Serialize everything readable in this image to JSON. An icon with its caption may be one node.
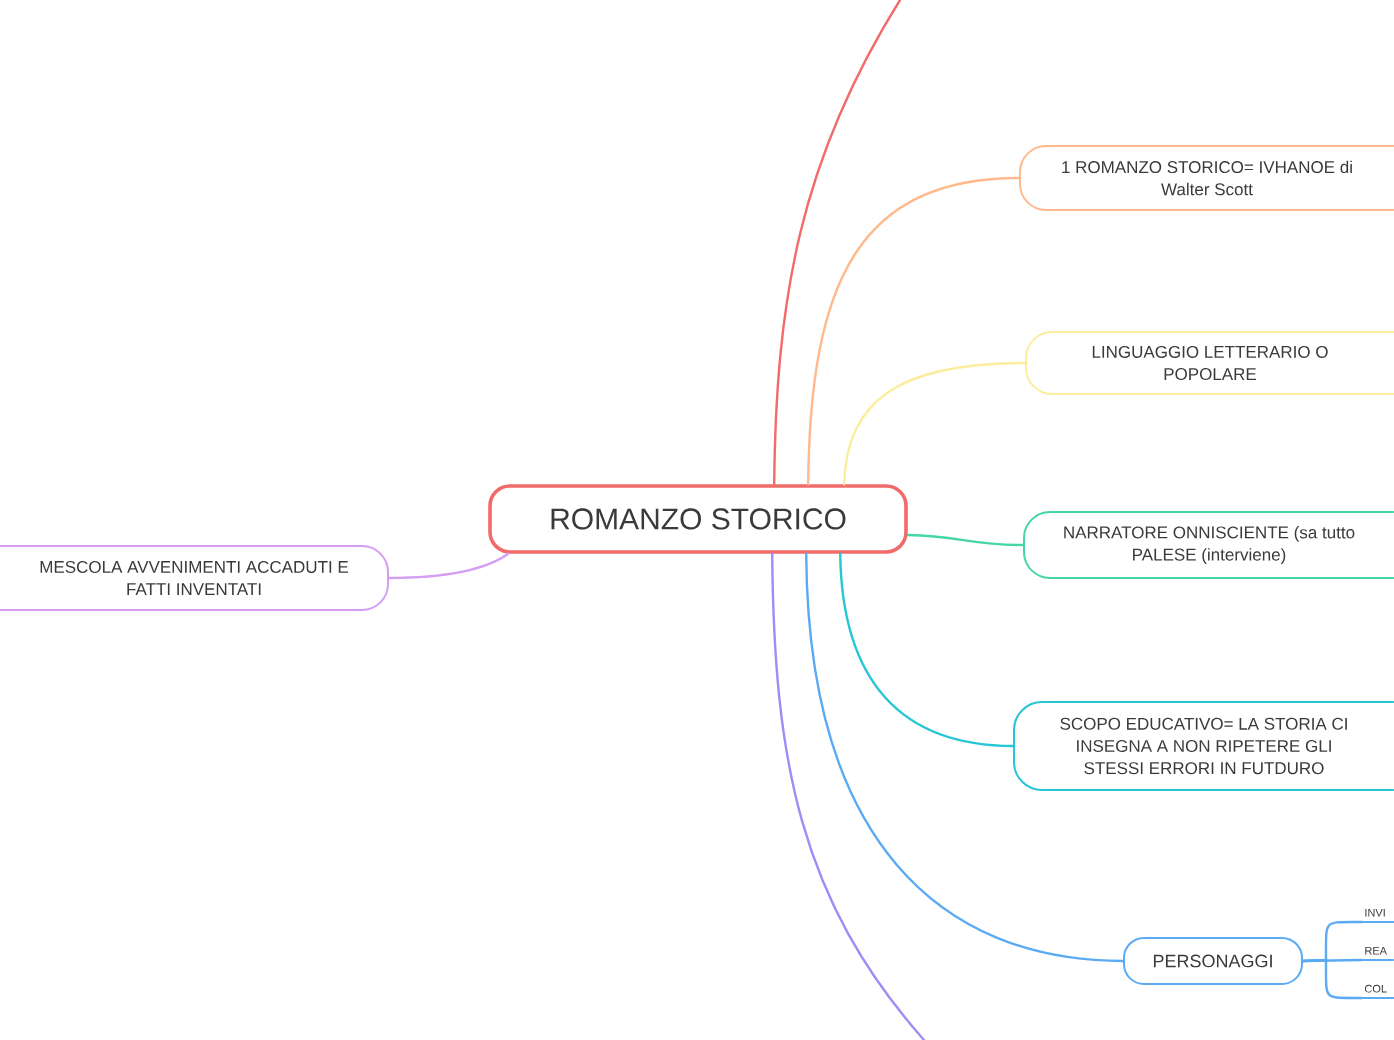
{
  "diagram": {
    "nodes": [
      {
        "text": [
          "ROMANZO STORICO"
        ]
      },
      {
        "text": [
          "1 ROMANZO STORICO= IVHANOE di Walter Scott"
        ]
      },
      {
        "text": [
          "LINGUAGGIO LETTERARIO O POPOLARE"
        ]
      },
      {
        "text": [
          "NARRATORE ONNISCIENTE (sa tutto PALESE (interviene)"
        ]
      },
      {
        "text": [
          "SCOPO EDUCATIVO= LA STORIA CI INSEGNA A NON RIPETERE GLI STESSI ERRORI IN FUTDURO"
        ]
      },
      {
        "text": [
          "PERSONAGGI"
        ]
      },
      {
        "text": [
          "INVI"
        ]
      },
      {
        "text": [
          "REA"
        ]
      },
      {
        "text": [
          "COL"
        ]
      },
      {
        "text": [
          "MESCOLA AVVENIMENTI ACCADUTI E FATTI INVENTATI"
        ]
      }
    ],
    "edges": [
      {
        "from": 0,
        "to": null,
        "arrow": "none",
        "color": "#f26b6b"
      },
      {
        "from": 0,
        "to": 1,
        "arrow": "none",
        "color": "#ffb98c"
      },
      {
        "from": 0,
        "to": 2,
        "arrow": "none",
        "color": "#fbed9c"
      },
      {
        "from": 0,
        "to": 3,
        "arrow": "none",
        "color": "#45d6a6"
      },
      {
        "from": 0,
        "to": 4,
        "arrow": "none",
        "color": "#27c6d4"
      },
      {
        "from": 0,
        "to": 5,
        "arrow": "none",
        "color": "#5aabf4"
      },
      {
        "from": 5,
        "to": 6,
        "arrow": "none",
        "color": "#5aabf4"
      },
      {
        "from": 5,
        "to": 7,
        "arrow": "none",
        "color": "#5aabf4"
      },
      {
        "from": 5,
        "to": 8,
        "arrow": "none",
        "color": "#5aabf4"
      },
      {
        "from": 0,
        "to": null,
        "arrow": "none",
        "color": "#9d8ef7"
      },
      {
        "from": 0,
        "to": 9,
        "arrow": "none",
        "color": "#d49ef2"
      }
    ]
  }
}
